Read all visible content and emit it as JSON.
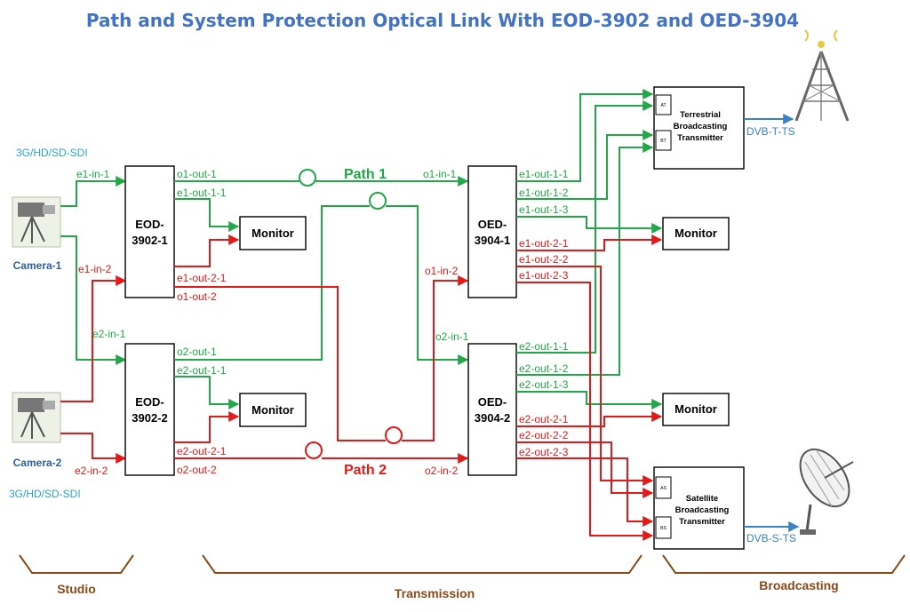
{
  "title": "Path and System Protection Optical Link With EOD-3902 and OED-3904",
  "inputs": {
    "sdi_top": "3G/HD/SD-SDI",
    "sdi_bottom": "3G/HD/SD-SDI",
    "camera1": "Camera-1",
    "camera2": "Camera-2"
  },
  "eod1": {
    "name_line1": "EOD-",
    "name_line2": "3902-1",
    "in1": "e1-in-1",
    "in2": "e1-in-2",
    "out_o": "o1-out-1",
    "out_e1": "e1-out-1-1",
    "out_e2": "e1-out-2-1",
    "out_o2": "o1-out-2"
  },
  "eod2": {
    "name_line1": "EOD-",
    "name_line2": "3902-2",
    "in1": "e2-in-1",
    "in2": "e2-in-2",
    "out_o": "o2-out-1",
    "out_e1": "e2-out-1-1",
    "out_e2": "e2-out-2-1",
    "out_o2": "o2-out-2"
  },
  "oed1": {
    "name_line1": "OED-",
    "name_line2": "3904-1",
    "in1": "o1-in-1",
    "in2": "o1-in-2",
    "outs": [
      "e1-out-1-1",
      "e1-out-1-2",
      "e1-out-1-3",
      "e1-out-2-1",
      "e1-out-2-2",
      "e1-out-2-3"
    ]
  },
  "oed2": {
    "name_line1": "OED-",
    "name_line2": "3904-2",
    "in1": "o2-in-1",
    "in2": "o2-in-2",
    "outs": [
      "e2-out-1-1",
      "e2-out-1-2",
      "e2-out-1-3",
      "e2-out-2-1",
      "e2-out-2-2",
      "e2-out-2-3"
    ]
  },
  "monitor_label": "Monitor",
  "paths": {
    "path1": "Path 1",
    "path2": "Path 2"
  },
  "terrestrial": {
    "line1": "Terrestrial",
    "line2": "Broadcasting",
    "line3": "Transmitter",
    "port_a": "AT",
    "port_b": "BT",
    "output": "DVB-T-TS"
  },
  "satellite": {
    "line1": "Satellite",
    "line2": "Broadcasting",
    "line3": "Transmitter",
    "port_a": "AS",
    "port_b": "BS",
    "output": "DVB-S-TS"
  },
  "sections": {
    "studio": "Studio",
    "transmission": "Transmission",
    "broadcasting": "Broadcasting"
  },
  "colors": {
    "green": "#22a848",
    "red": "#e41a1a",
    "blue": "#3b82c4",
    "title": "#4472c4",
    "brace": "#8a4a1a"
  },
  "icons": [
    "camera-icon",
    "tower-icon",
    "satellite-dish-icon"
  ]
}
